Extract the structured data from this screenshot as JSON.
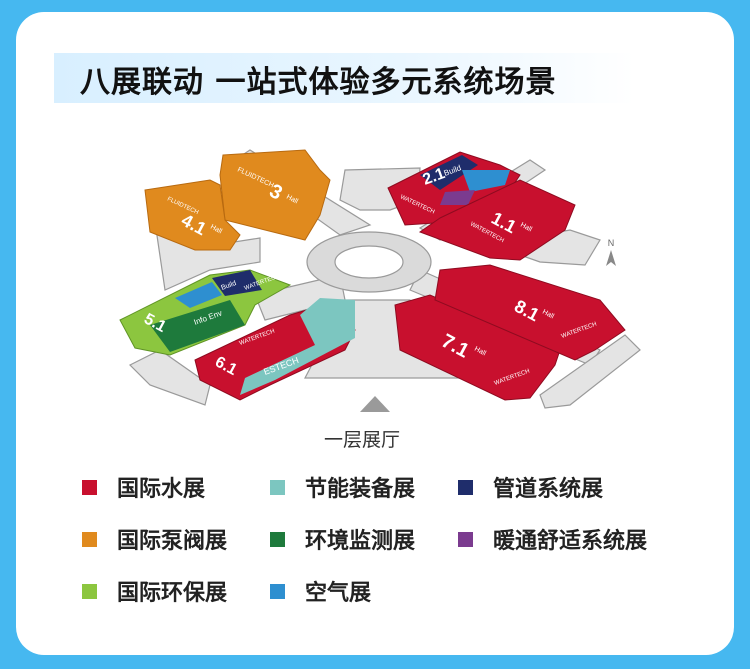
{
  "title": "八展联动 一站式体验多元系统场景",
  "floor_caption": "一层展厅",
  "compass": "N",
  "brands": {
    "fluidtech": "FLUIDTECH",
    "watertech": "WATERTECH",
    "build": "Build",
    "estech": "ESTECH",
    "infoenv": "Info Env"
  },
  "halls": {
    "h3": "3",
    "h41": "4.1",
    "h21": "2.1",
    "h11": "1.1",
    "h51": "5.1",
    "h61": "6.1",
    "h71": "7.1",
    "h81": "8.1",
    "hall_word": "Hall"
  },
  "colors": {
    "water": "#c8102e",
    "valve": "#e08a1e",
    "energy": "#7cc6c0",
    "pipe": "#1f2d6b",
    "env": "#1e7a3c",
    "hvac": "#7b3b8f",
    "eco": "#8cc63f",
    "air": "#2e8fd0"
  },
  "legend": [
    {
      "label": "国际水展",
      "color": "#c8102e"
    },
    {
      "label": "节能装备展",
      "color": "#7cc6c0"
    },
    {
      "label": "管道系统展",
      "color": "#1f2d6b"
    },
    {
      "label": "国际泵阀展",
      "color": "#e08a1e"
    },
    {
      "label": "环境监测展",
      "color": "#1e7a3c"
    },
    {
      "label": "暖通舒适系统展",
      "color": "#7b3b8f"
    },
    {
      "label": "国际环保展",
      "color": "#8cc63f"
    },
    {
      "label": "空气展",
      "color": "#2e8fd0"
    }
  ]
}
